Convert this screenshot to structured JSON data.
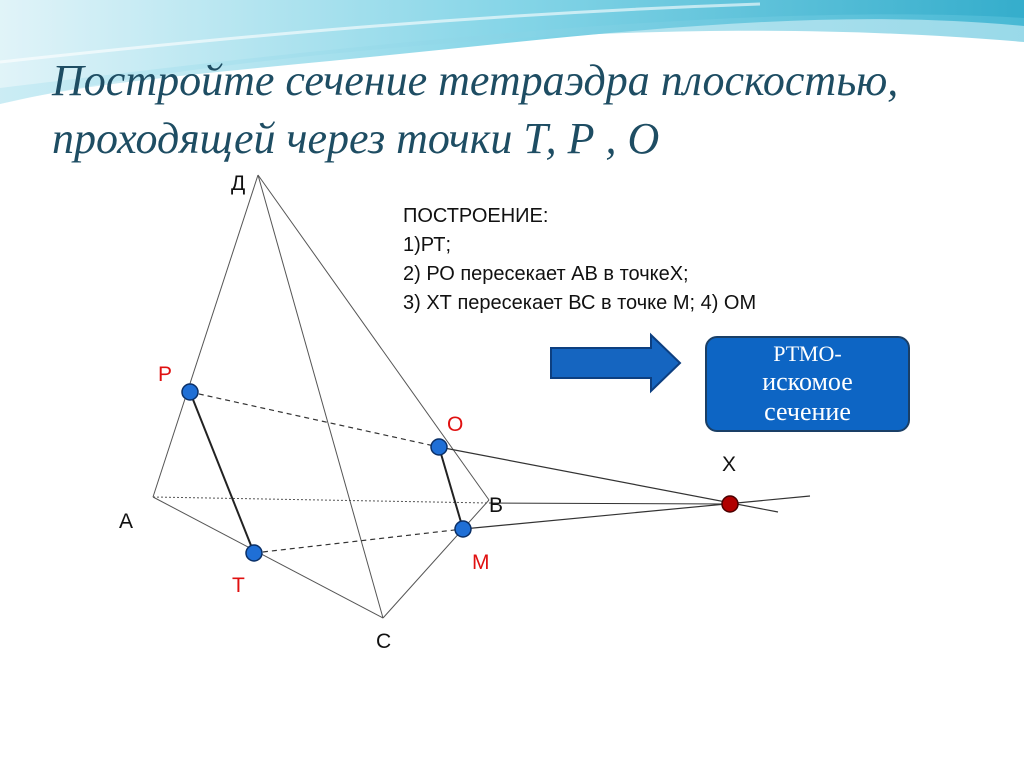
{
  "slide": {
    "title_line1": "Постройте сечение тетраэдра плоскостью,",
    "title_line2": "проходящей через точки Т, Р , О"
  },
  "construction": {
    "heading": "ПОСТРОЕНИЕ:",
    "step1": "1)РТ;",
    "step2": "2) РО пересекает АВ в точкеХ;",
    "step3": "3) ХТ пересекает ВС в точке М; 4) ОМ"
  },
  "result": {
    "line1": "РТМО-",
    "line2": "искомое",
    "line3": "сечение"
  },
  "points": {
    "D": "Д",
    "A": "А",
    "B": "В",
    "C": "С",
    "P": "Р",
    "O": "О",
    "T": "Т",
    "M": "М",
    "X": "Х"
  },
  "colors": {
    "title": "#1e4d63",
    "point_fill": "#1f6fd6",
    "point_x_fill": "#b00000",
    "label_red": "#e01010",
    "arrow": "#1565c0",
    "result_box": "#0d65c4"
  }
}
